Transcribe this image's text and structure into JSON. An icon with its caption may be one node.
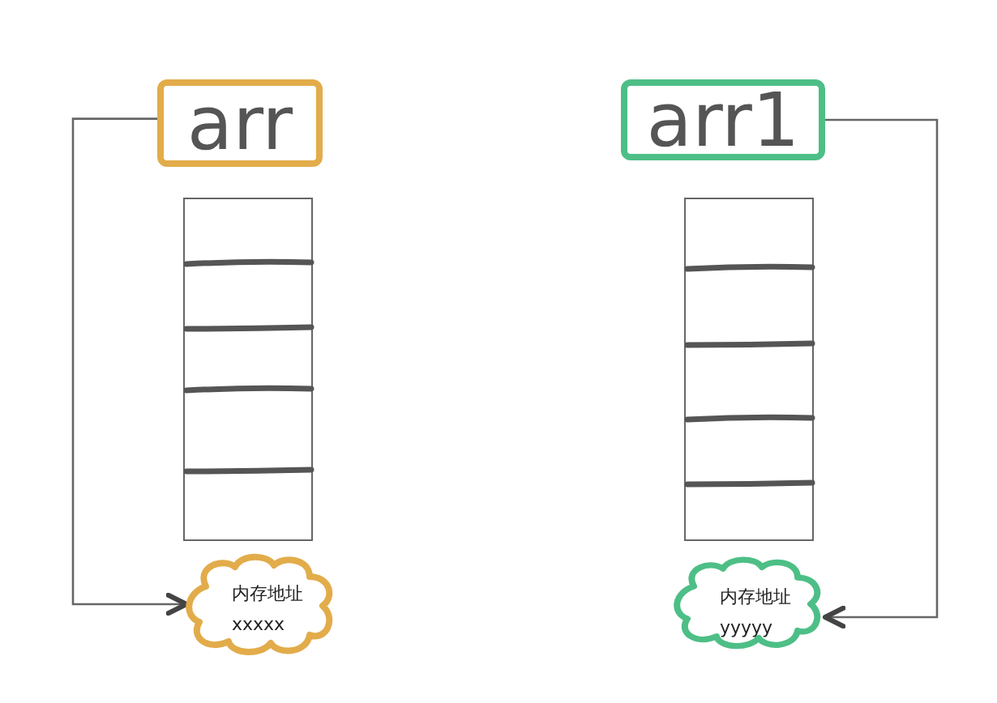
{
  "diagram": {
    "nodes": [
      {
        "text": [
          "arr"
        ]
      },
      {
        "text": [],
        "shape": "box"
      },
      {
        "text": [
          "内存地址",
          "xxxxx"
        ]
      },
      {
        "text": [
          "arr1"
        ]
      },
      {
        "text": [],
        "shape": "box"
      },
      {
        "text": [
          "内存地址",
          "yyyyy"
        ]
      }
    ],
    "edges": [
      {
        "from": 0,
        "to": 2,
        "arrow": "to"
      },
      {
        "from": 3,
        "to": 5,
        "arrow": "to"
      }
    ]
  }
}
